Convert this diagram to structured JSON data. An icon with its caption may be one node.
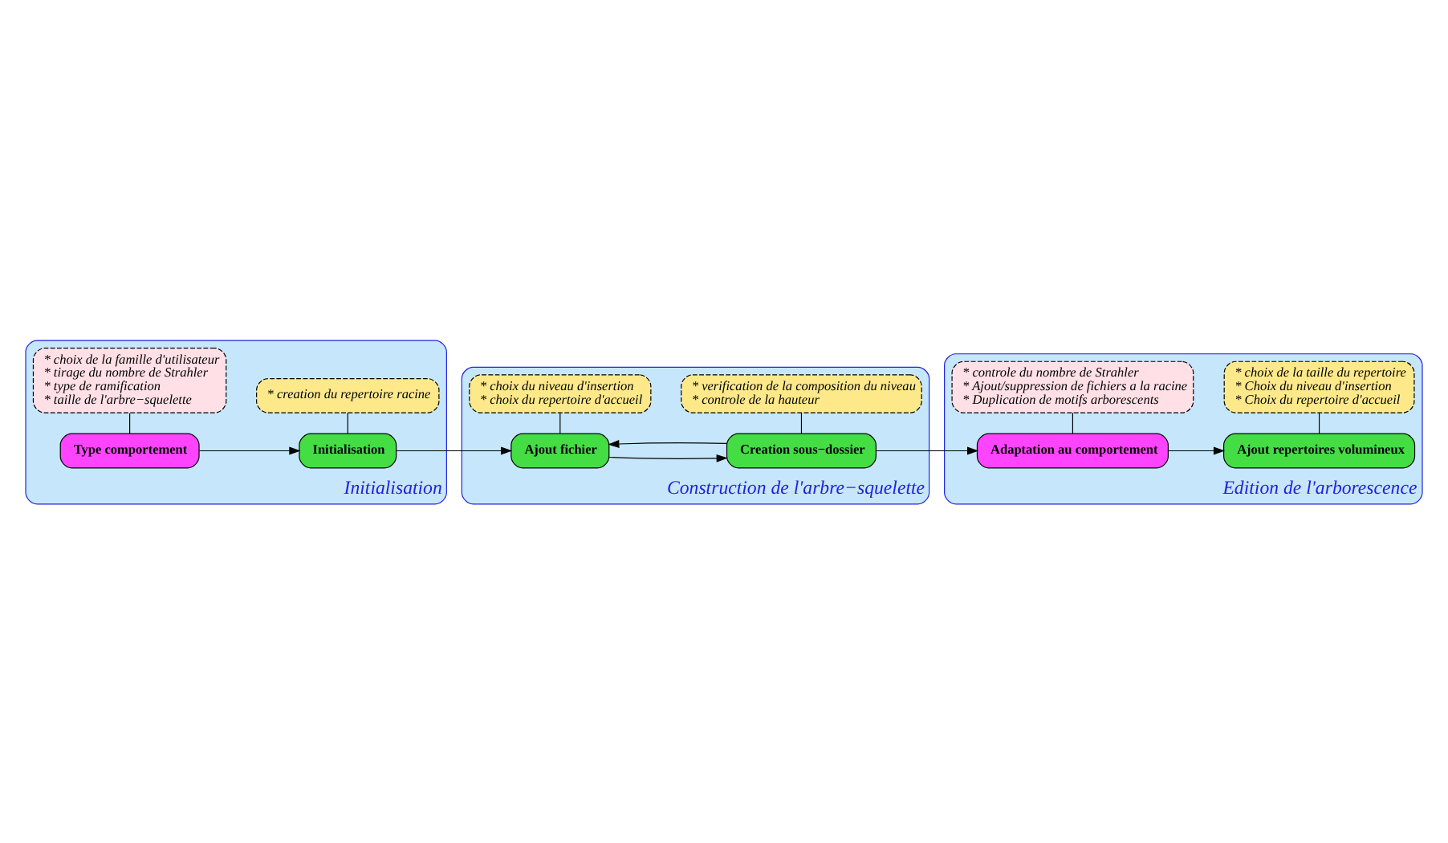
{
  "diagram": {
    "nodes": [
      {
        "text": [
          "Initialisation"
        ]
      },
      {
        "text": [
          "Type comportement"
        ],
        "in": 0
      },
      {
        "text": [
          "* choix de la famille d'utilisateur",
          "* tirage du nombre de Strahler",
          "* type de ramification",
          "* taille de l'arbre−squelette"
        ],
        "in": 0
      },
      {
        "text": [
          "Initialisation"
        ],
        "in": 0
      },
      {
        "text": [
          "* creation du repertoire racine"
        ],
        "in": 0
      },
      {
        "text": [
          "Construction de l'arbre−squelette"
        ]
      },
      {
        "text": [
          "Ajout fichier"
        ],
        "in": 5
      },
      {
        "text": [
          "* choix du niveau d'insertion",
          "* choix du repertoire d'accueil"
        ],
        "in": 5
      },
      {
        "text": [
          "Creation sous−dossier"
        ],
        "in": 5
      },
      {
        "text": [
          "* verification de la composition du niveau",
          "* controle de la hauteur"
        ],
        "in": 5
      },
      {
        "text": [
          "Edition de l'arborescence"
        ]
      },
      {
        "text": [
          "Adaptation au comportement"
        ],
        "in": 10
      },
      {
        "text": [
          "* controle du nombre de Strahler",
          "* Ajout/suppression de fichiers a la racine",
          "* Duplication de motifs arborescents"
        ],
        "in": 10
      },
      {
        "text": [
          "Ajout repertoires volumineux"
        ],
        "in": 10
      },
      {
        "text": [
          "* choix de la taille du repertoire",
          "* Choix du niveau d'insertion",
          "* Choix du repertoire d'accueil"
        ],
        "in": 10
      }
    ],
    "edges": [
      {
        "from": 1,
        "to": 3,
        "arrow": "to"
      },
      {
        "from": 1,
        "to": 2,
        "arrow": "none"
      },
      {
        "from": 3,
        "to": 4,
        "arrow": "none"
      },
      {
        "from": 3,
        "to": 6,
        "arrow": "to"
      },
      {
        "from": 6,
        "to": 8,
        "arrow": "to"
      },
      {
        "from": 8,
        "to": 6,
        "arrow": "to"
      },
      {
        "from": 6,
        "to": 7,
        "arrow": "none"
      },
      {
        "from": 8,
        "to": 9,
        "arrow": "none"
      },
      {
        "from": 8,
        "to": 11,
        "arrow": "to"
      },
      {
        "from": 11,
        "to": 13,
        "arrow": "to"
      },
      {
        "from": 11,
        "to": 12,
        "arrow": "none"
      },
      {
        "from": 13,
        "to": 14,
        "arrow": "none"
      }
    ]
  }
}
